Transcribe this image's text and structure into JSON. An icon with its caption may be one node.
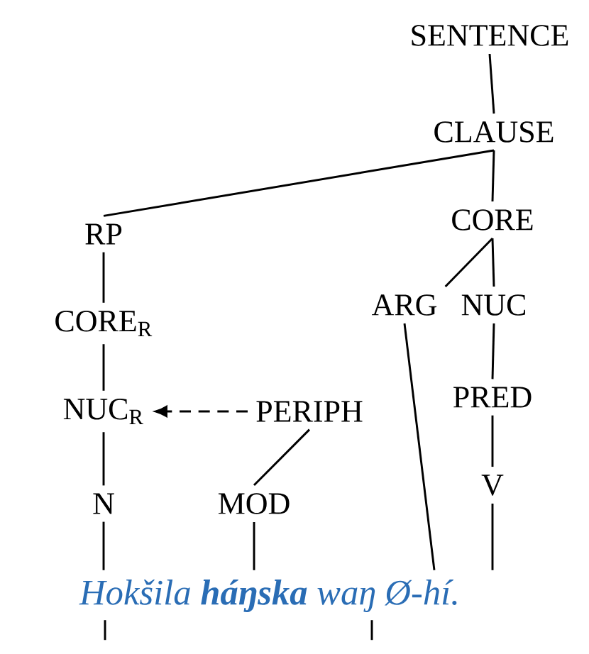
{
  "diagram": {
    "nodes": [
      {
        "text": [
          "SENTENCE"
        ]
      },
      {
        "text": [
          "CLAUSE"
        ]
      },
      {
        "text": [
          "RP"
        ]
      },
      {
        "text": [
          "CORE$_{R}$"
        ]
      },
      {
        "text": [
          "NUC$_{R}$"
        ]
      },
      {
        "text": [
          "PERIPH"
        ]
      },
      {
        "text": [
          "N"
        ]
      },
      {
        "text": [
          "MOD"
        ]
      },
      {
        "text": [
          "CORE"
        ]
      },
      {
        "text": [
          "ARG"
        ]
      },
      {
        "text": [
          "NUC"
        ]
      },
      {
        "text": [
          "PRED"
        ]
      },
      {
        "text": [
          "V"
        ]
      },
      {
        "text": [
          "Hokšila **háŋska** waŋ Ø-hí."
        ]
      }
    ],
    "edges": [
      {
        "from": 0,
        "to": 1,
        "arrow": "none"
      },
      {
        "from": 1,
        "to": 2,
        "arrow": "none"
      },
      {
        "from": 1,
        "to": 8,
        "arrow": "none"
      },
      {
        "from": 2,
        "to": 3,
        "arrow": "none"
      },
      {
        "from": 3,
        "to": 4,
        "arrow": "none"
      },
      {
        "from": 5,
        "to": 4,
        "arrow": "to",
        "style": "dashed"
      },
      {
        "from": 4,
        "to": 6,
        "arrow": "none"
      },
      {
        "from": 5,
        "to": 7,
        "arrow": "none"
      },
      {
        "from": 8,
        "to": 9,
        "arrow": "none"
      },
      {
        "from": 8,
        "to": 10,
        "arrow": "none"
      },
      {
        "from": 10,
        "to": 11,
        "arrow": "none"
      },
      {
        "from": 11,
        "to": 12,
        "arrow": "none"
      },
      {
        "from": 6,
        "to": 13,
        "arrow": "none"
      },
      {
        "from": 7,
        "to": 13,
        "arrow": "none"
      },
      {
        "from": 9,
        "to": 13,
        "arrow": "none"
      },
      {
        "from": 12,
        "to": 13,
        "arrow": "none"
      },
      {
        "from": 13,
        "to": null,
        "arrow": "none"
      },
      {
        "from": 13,
        "to": null,
        "arrow": "none"
      }
    ]
  }
}
